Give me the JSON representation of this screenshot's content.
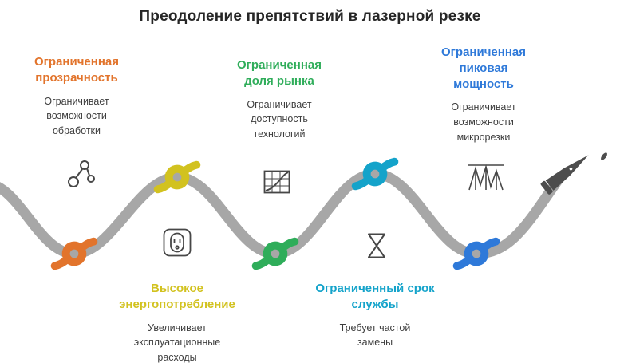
{
  "title": "Преодоление препятствий в лазерной резке",
  "colors": {
    "rope": "#a7a7a7",
    "icon": "#474747",
    "pen": "#4d4d4d"
  },
  "obstacles": [
    {
      "id": "limited-transparency",
      "heading": "Ограниченная прозрачность",
      "body": "Ограничивает возможности обработки",
      "color": "#e2742c",
      "icon": "molecule-icon"
    },
    {
      "id": "high-energy-consumption",
      "heading": "Высокое энергопотребление",
      "body": "Увеличивает эксплуатационные расходы",
      "color": "#d2c21f",
      "icon": "power-outlet-icon"
    },
    {
      "id": "limited-market-share",
      "heading": "Ограниченная доля рынка",
      "body": "Ограничивает доступность технологий",
      "color": "#2fad5a",
      "icon": "grid-chart-icon"
    },
    {
      "id": "limited-service-life",
      "heading": "Ограниченный срок службы",
      "body": "Требует частой замены",
      "color": "#14a3ca",
      "icon": "hourglass-icon"
    },
    {
      "id": "limited-peak-power",
      "heading": "Ограниченная пиковая мощность",
      "body": "Ограничивает возможности микрорезки",
      "color": "#2e79d9",
      "icon": "peaks-chart-icon"
    }
  ]
}
